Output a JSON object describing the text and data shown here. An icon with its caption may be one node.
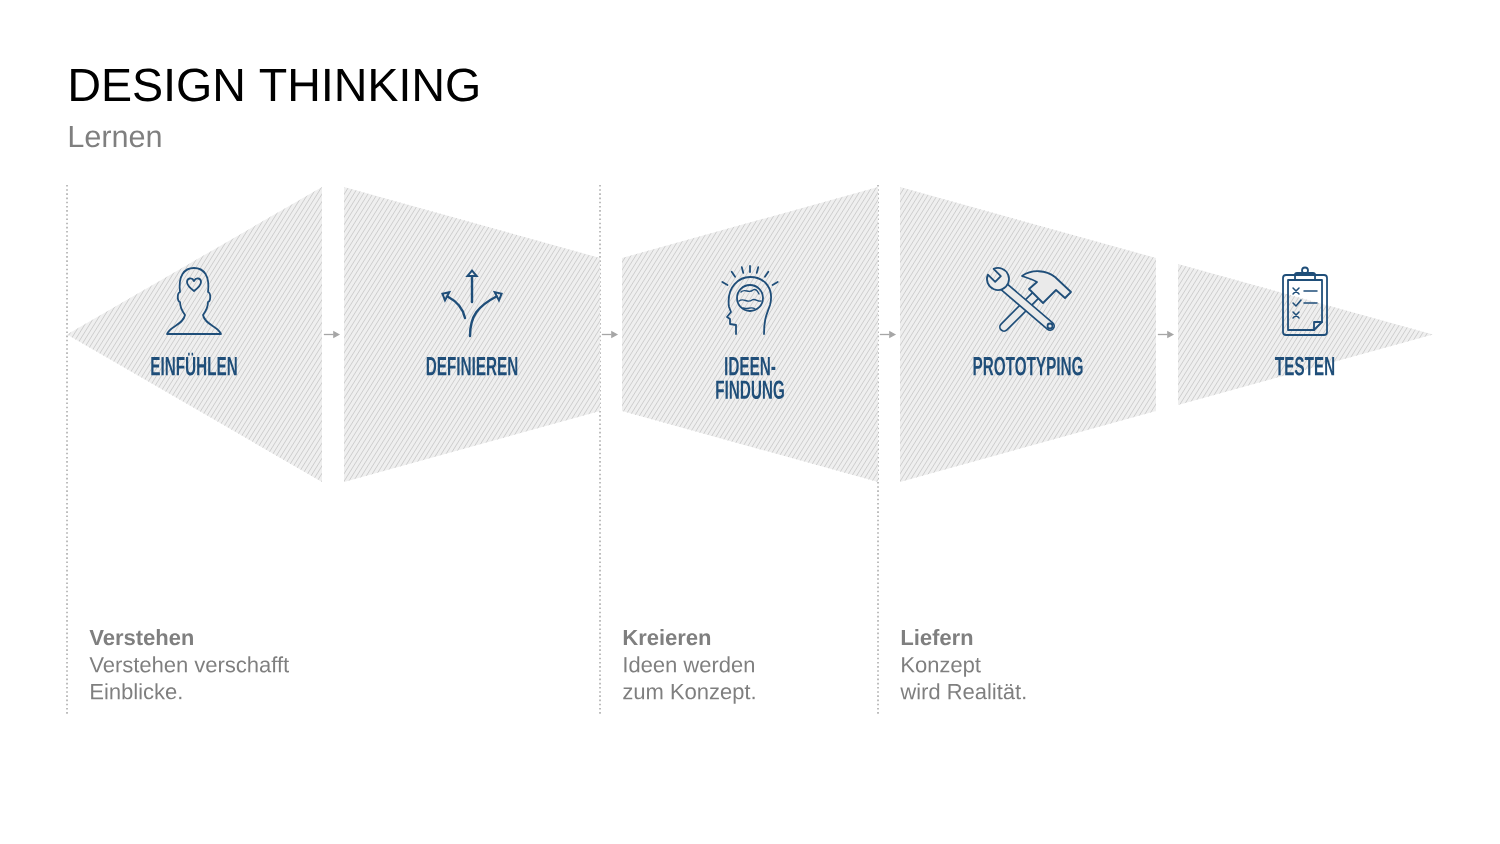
{
  "diagram": {
    "title": "DESIGN THINKING",
    "nodes": [
      {
        "text": [
          "EINFÜHLEN"
        ]
      },
      {
        "text": [
          "DEFINIEREN"
        ]
      },
      {
        "text": [
          "IDEEN- FINDUNG"
        ]
      },
      {
        "text": [
          "PROTOTYPING"
        ]
      },
      {
        "text": [
          "TESTEN"
        ]
      }
    ],
    "edges": [
      {
        "from": 0,
        "to": 1,
        "arrow": "to"
      },
      {
        "from": 1,
        "to": 2,
        "arrow": "to"
      },
      {
        "from": 2,
        "to": 3,
        "arrow": "to"
      },
      {
        "from": 3,
        "to": 4,
        "arrow": "to"
      }
    ],
    "labels": [
      "Lernen",
      "Verstehen",
      "Verstehen verschafft Einblicke.",
      "Kreieren",
      "Ideen werden zum Konzept.",
      "Liefern",
      "Konzept wird Realität."
    ]
  }
}
